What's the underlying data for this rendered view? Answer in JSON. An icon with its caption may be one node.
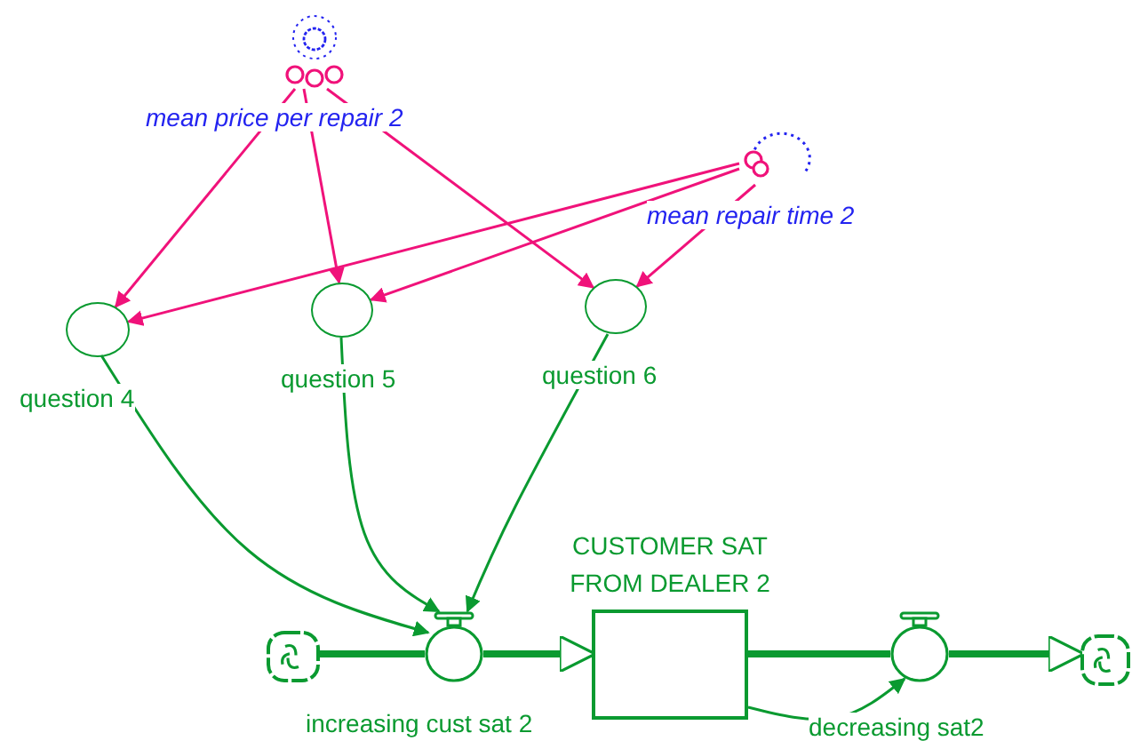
{
  "diagram": {
    "nodes": [
      {
        "text": [
          "mean price per repair 2"
        ]
      },
      {
        "text": [
          "mean repair time 2"
        ]
      },
      {
        "text": [
          "question 4"
        ]
      },
      {
        "text": [
          "question 5"
        ]
      },
      {
        "text": [
          "question 6"
        ]
      },
      {
        "text": [],
        "shape": "cloud"
      },
      {
        "text": [
          "increasing cust sat 2"
        ]
      },
      {
        "text": [
          "CUSTOMER SAT FROM DEALER 2"
        ]
      },
      {
        "text": [
          "decreasing sat2"
        ]
      },
      {
        "text": [],
        "shape": "cloud"
      }
    ],
    "edges": [
      {
        "from": 0,
        "to": 2,
        "arrow": "to",
        "color": "#f0127a"
      },
      {
        "from": 0,
        "to": 3,
        "arrow": "to",
        "color": "#f0127a"
      },
      {
        "from": 0,
        "to": 4,
        "arrow": "to",
        "color": "#f0127a"
      },
      {
        "from": 1,
        "to": 2,
        "arrow": "to",
        "color": "#f0127a"
      },
      {
        "from": 1,
        "to": 3,
        "arrow": "to",
        "color": "#f0127a"
      },
      {
        "from": 1,
        "to": 4,
        "arrow": "to",
        "color": "#f0127a"
      },
      {
        "from": 2,
        "to": 6,
        "arrow": "to"
      },
      {
        "from": 3,
        "to": 6,
        "arrow": "to"
      },
      {
        "from": 4,
        "to": 6,
        "arrow": "to"
      },
      {
        "from": 5,
        "to": 6,
        "arrow": "none",
        "style": "thick"
      },
      {
        "from": 6,
        "to": 7,
        "arrow": "to",
        "style": "thick"
      },
      {
        "from": 7,
        "to": 8,
        "arrow": "none",
        "style": "thick"
      },
      {
        "from": 8,
        "to": 9,
        "arrow": "to",
        "style": "thick"
      },
      {
        "from": 7,
        "to": 8,
        "arrow": "to"
      }
    ]
  }
}
